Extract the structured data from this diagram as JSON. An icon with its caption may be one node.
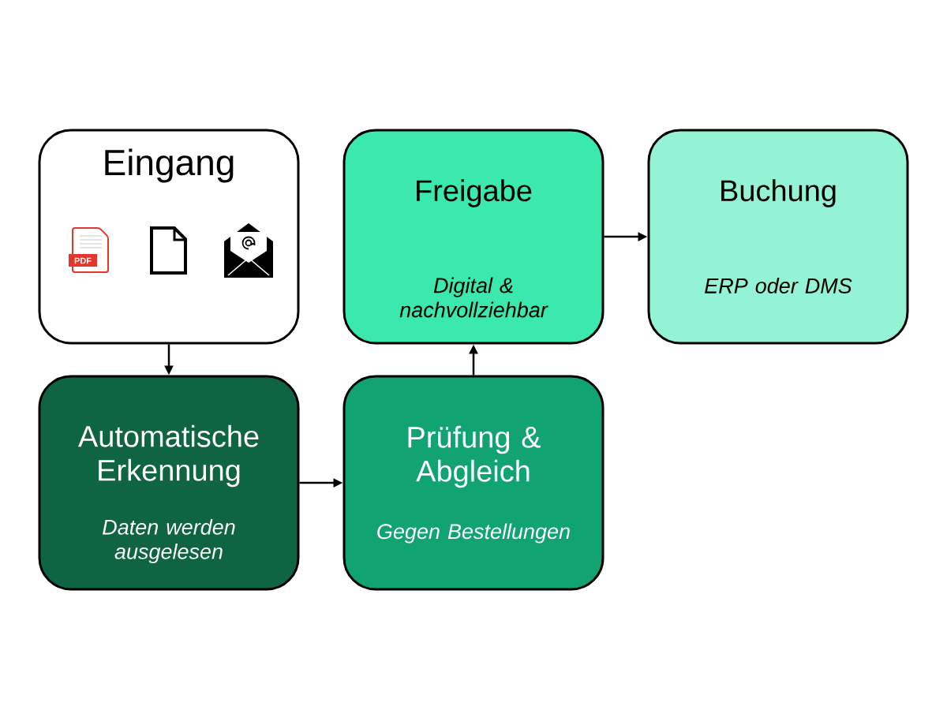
{
  "diagram": {
    "nodes": [
      {
        "text": [
          "Eingang"
        ]
      },
      {
        "text": [
          "Freigabe",
          "Digital & nachvollziehbar"
        ]
      },
      {
        "text": [
          "Buchung",
          "ERP oder DMS"
        ]
      },
      {
        "text": [
          "Automatische Erkennung",
          "Daten werden ausgelesen"
        ]
      },
      {
        "text": [
          "Prüfung & Abgleich",
          "Gegen Bestellungen"
        ]
      }
    ],
    "edges": [
      {
        "from": 0,
        "to": 3,
        "arrow": "to"
      },
      {
        "from": 3,
        "to": 4,
        "arrow": "to"
      },
      {
        "from": 4,
        "to": 1,
        "arrow": "to"
      },
      {
        "from": 1,
        "to": 2,
        "arrow": "to"
      }
    ],
    "labels": [
      "PDF"
    ]
  }
}
